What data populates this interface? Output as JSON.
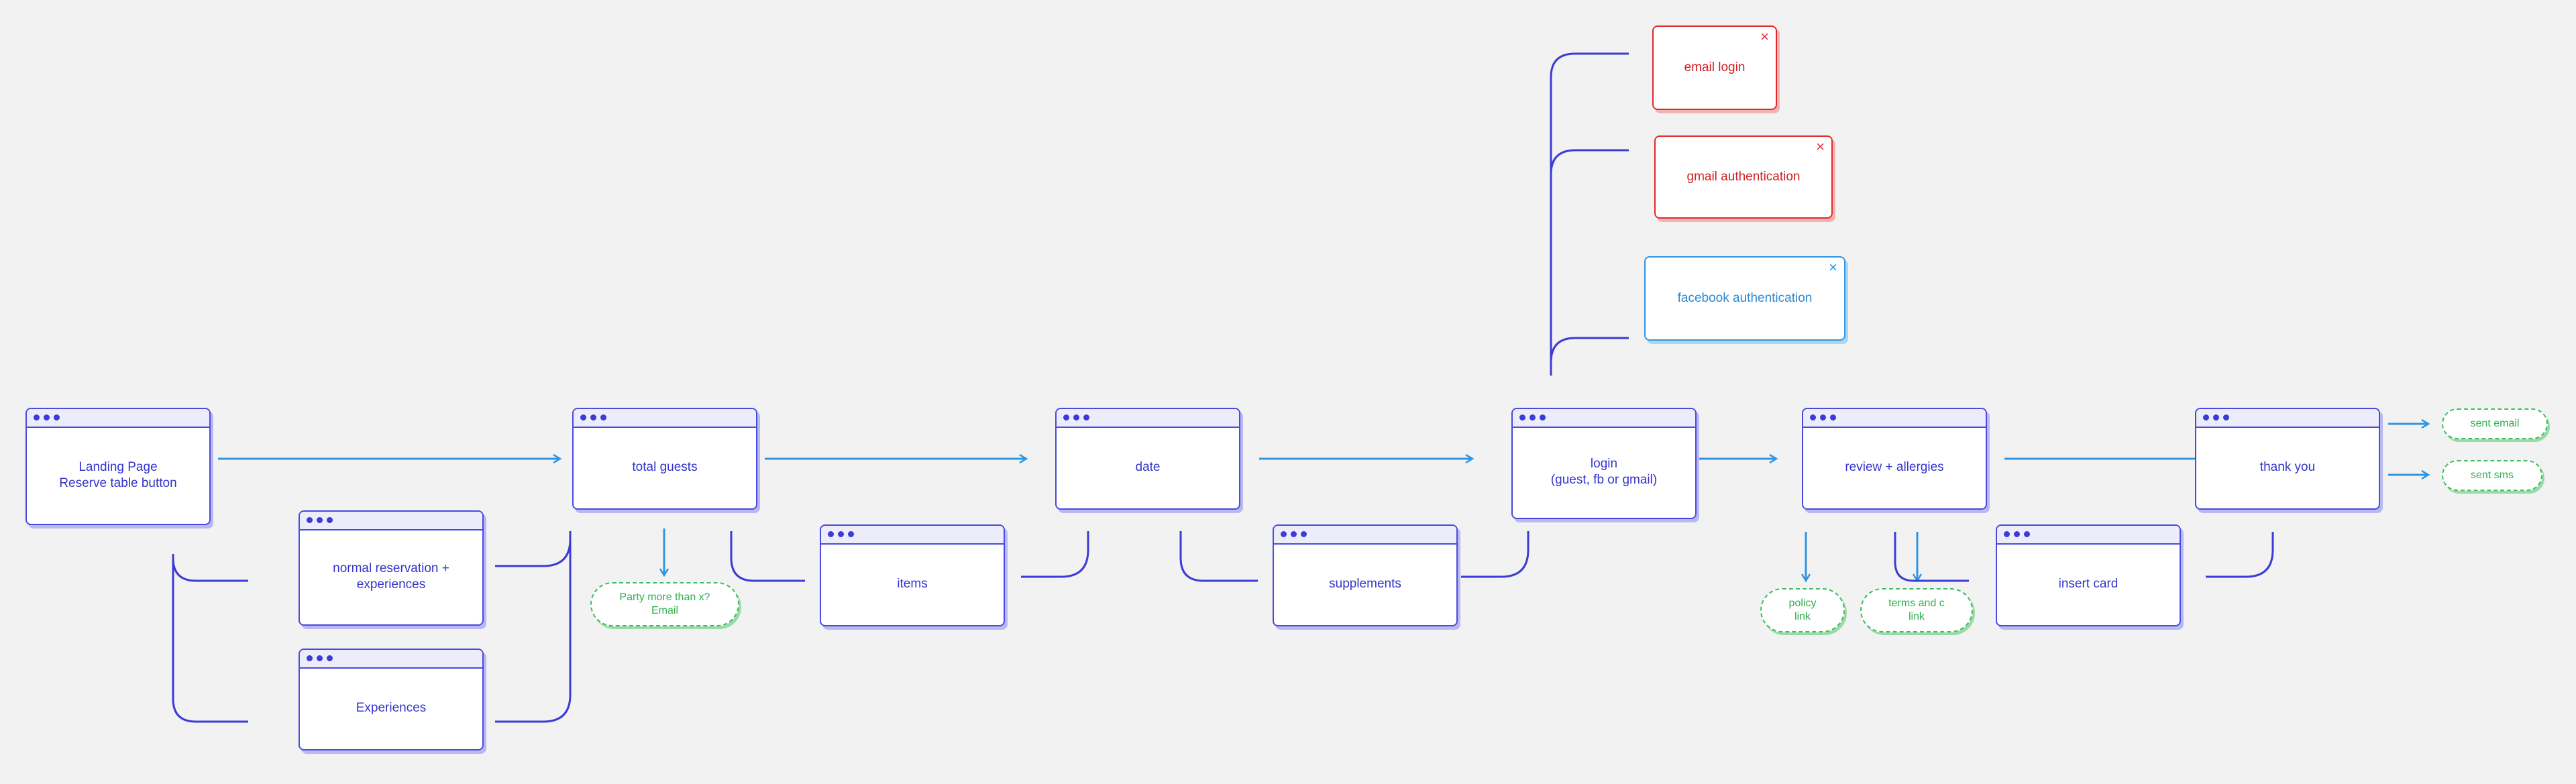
{
  "screens": {
    "landing": "Landing Page\nReserve table button",
    "normal_reservation": "normal reservation +\nexperiences",
    "experiences": "Experiences",
    "total_guests": "total guests",
    "items": "items",
    "date": "date",
    "supplements": "supplements",
    "login": "login\n(guest, fb or gmail)",
    "review": "review + allergies",
    "insert_card": "insert card",
    "thank_you": "thank you"
  },
  "auth_options": {
    "email_login": "email login",
    "gmail_auth": "gmail authentication",
    "facebook_auth": "facebook authentication",
    "close_glyph": "×"
  },
  "notes": {
    "party": "Party more than x?\nEmail",
    "policy": "policy\nlink",
    "terms": "terms and c\nlink",
    "sent_email": "sent email",
    "sent_sms": "sent sms"
  },
  "colors": {
    "screen_border": "#4a4ae0",
    "screen_text": "#3434cc",
    "flow_arrow": "#2f95e2",
    "branch_line": "#3b3bd6",
    "error_red": "#e22a2a",
    "note_green": "#3fbf5c"
  }
}
